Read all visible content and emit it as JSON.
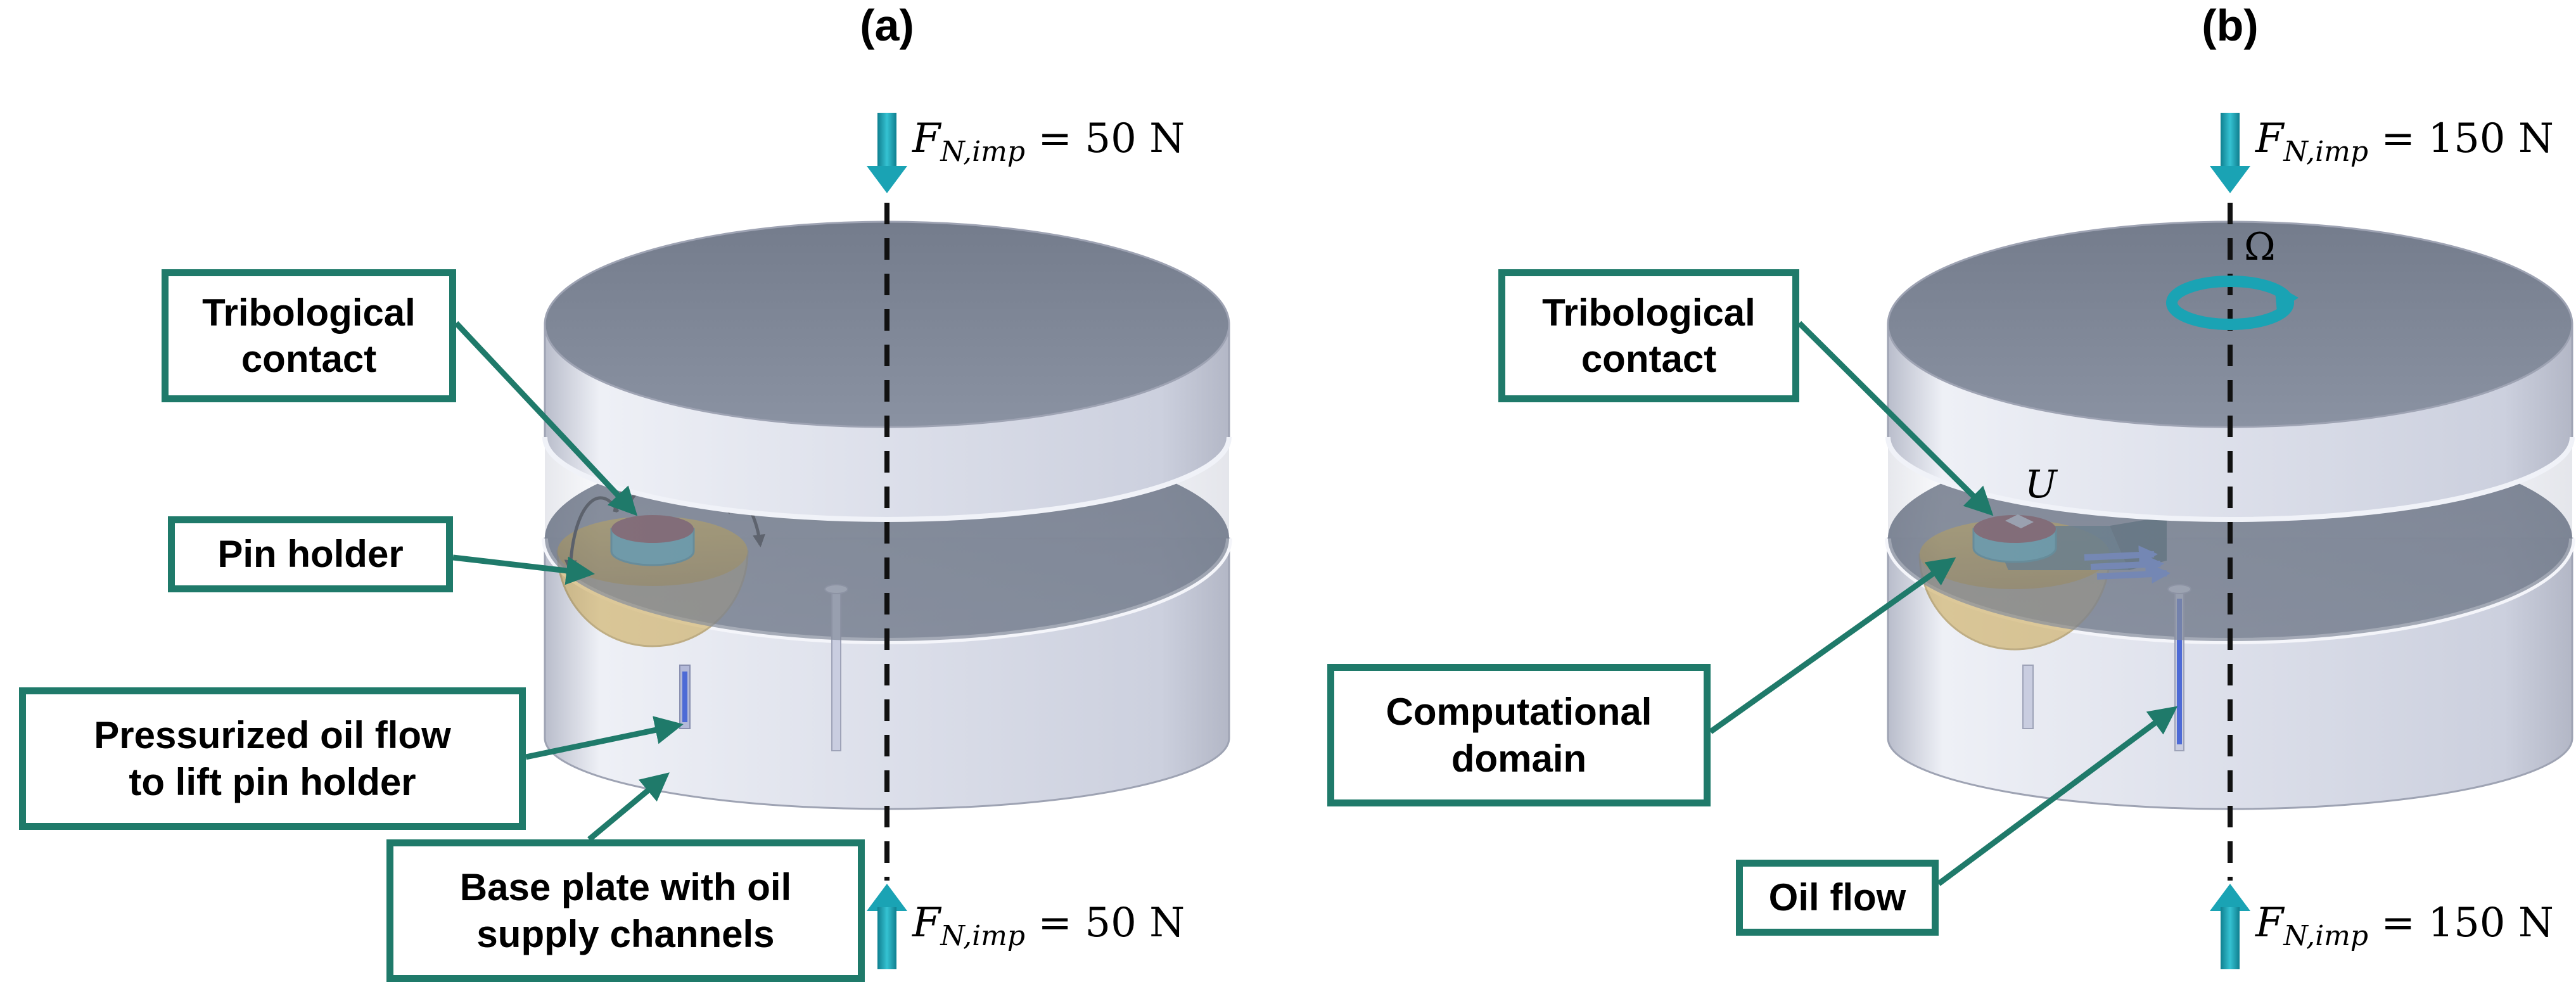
{
  "panels": {
    "a": {
      "label": "(a)",
      "force_top": {
        "symbol": "F",
        "subscript": "N,imp",
        "value": "= 50 N"
      },
      "force_bottom": {
        "symbol": "F",
        "subscript": "N,imp",
        "value": "= 50 N"
      },
      "callouts": {
        "tribological_contact": "Tribological\ncontact",
        "pin_holder": "Pin holder",
        "pressurized_oil": "Pressurized oil flow\nto lift pin holder",
        "base_plate": "Base plate with oil\nsupply channels"
      }
    },
    "b": {
      "label": "(b)",
      "force_top": {
        "symbol": "F",
        "subscript": "N,imp",
        "value": "= 150 N"
      },
      "force_bottom": {
        "symbol": "F",
        "subscript": "N,imp",
        "value": "= 150 N"
      },
      "rotation_symbol": "Ω",
      "velocity_symbol": "U",
      "callouts": {
        "tribological_contact": "Tribological\ncontact",
        "computational_domain": "Computational\ndomain",
        "oil_flow": "Oil flow"
      }
    }
  },
  "colors": {
    "callout_border": "#1f7a6a",
    "arrow_teal": "#19a3b3",
    "pin_red": "#7a1f26",
    "pin_cyan": "#3ab6c8",
    "holder_gold": "#e0a818",
    "plate_face": "#7e8797",
    "plate_side": "#dfe2ec"
  }
}
